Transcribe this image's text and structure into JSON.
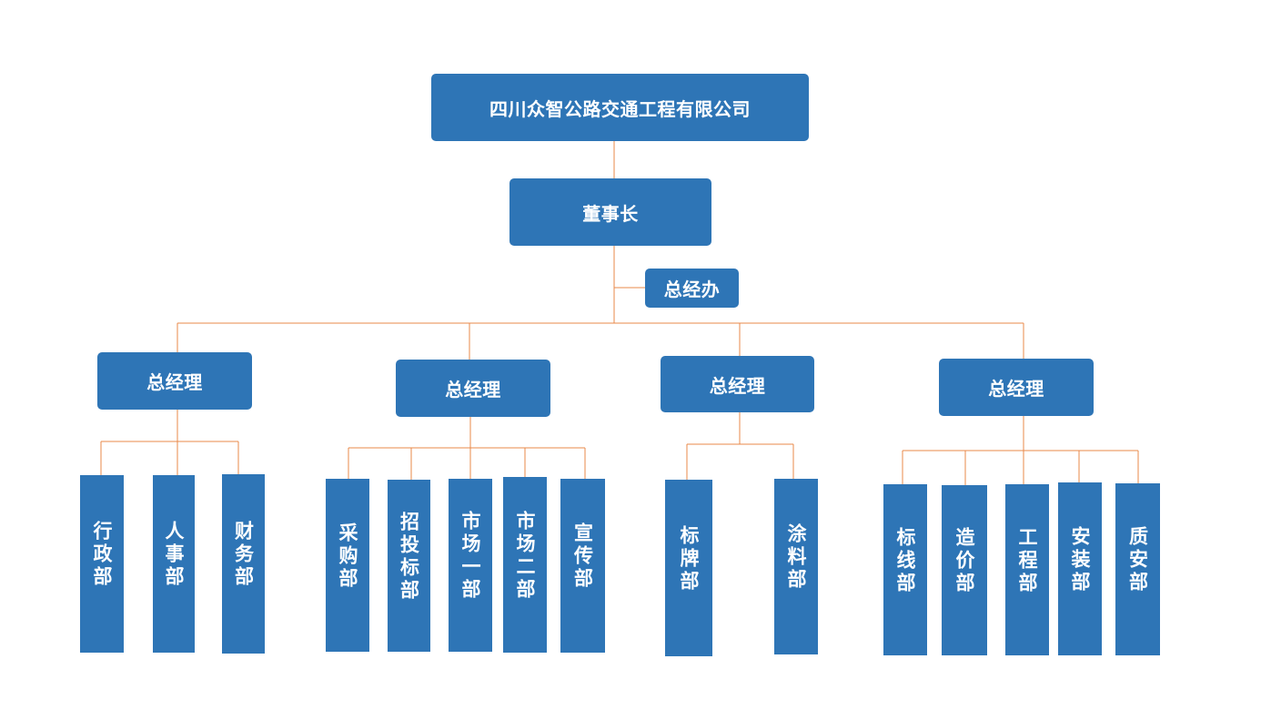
{
  "company": "四川众智公路交通工程有限公司",
  "chairman": "董事长",
  "office": "总经办",
  "managers": [
    {
      "label": "总经理",
      "departments": [
        "行政部",
        "人事部",
        "财务部"
      ]
    },
    {
      "label": "总经理",
      "departments": [
        "采购部",
        "招投标部",
        "市场一部",
        "市场二部",
        "宣传部"
      ]
    },
    {
      "label": "总经理",
      "departments": [
        "标牌部",
        "涂料部"
      ]
    },
    {
      "label": "总经理",
      "departments": [
        "标线部",
        "造价部",
        "工程部",
        "安装部",
        "质安部"
      ]
    }
  ],
  "colors": {
    "box": "#2e75b6",
    "line": "#e9894a",
    "text": "#ffffff"
  }
}
